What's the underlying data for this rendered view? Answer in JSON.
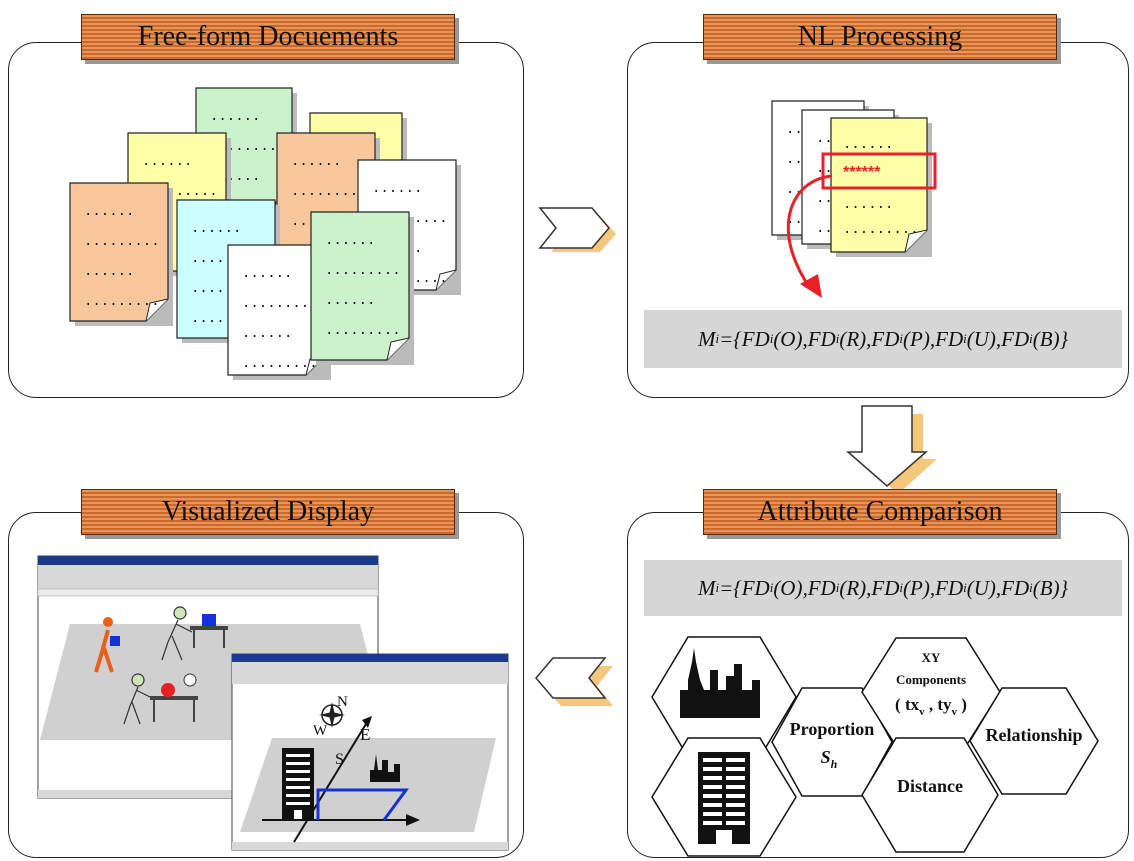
{
  "panels": {
    "top_left": {
      "title": "Free-form Docuements"
    },
    "top_right": {
      "title": "NL Processing",
      "highlight": "******"
    },
    "bottom_right": {
      "title": "Attribute  Comparison"
    },
    "bottom_left": {
      "title": "Visualized  Display"
    }
  },
  "formula": {
    "M": "M",
    "i": "i",
    "eq": "={ ",
    "terms": [
      {
        "fd": "FD",
        "sub": "i",
        "arg": "(O), "
      },
      {
        "fd": "FD",
        "sub": "i",
        "arg": "(R), "
      },
      {
        "fd": "FD",
        "sub": "i",
        "arg": "(P), "
      },
      {
        "fd": "FD",
        "sub": "i",
        "arg": "(U), "
      },
      {
        "fd": "FD",
        "sub": "i",
        "arg": "(B)"
      }
    ],
    "close": "}"
  },
  "hexagons": {
    "proportion": "Proportion",
    "proportion_sym": "S",
    "proportion_sub": "h",
    "xy_line1": "XY",
    "xy_line2": "Components",
    "xy_line3": "( tx",
    "xy_sub1": "v",
    "xy_mid": " , ty",
    "xy_sub2": "v",
    "xy_end": " )",
    "relationship": "Relationship",
    "distance": "Distance"
  },
  "compass": {
    "n": "N",
    "w": "W",
    "e": "E",
    "s": "S"
  },
  "colors": {
    "banner": "#d07a3a",
    "highlight": "#e8202a",
    "arrow": "#e8202a",
    "panel_border": "#222222"
  }
}
